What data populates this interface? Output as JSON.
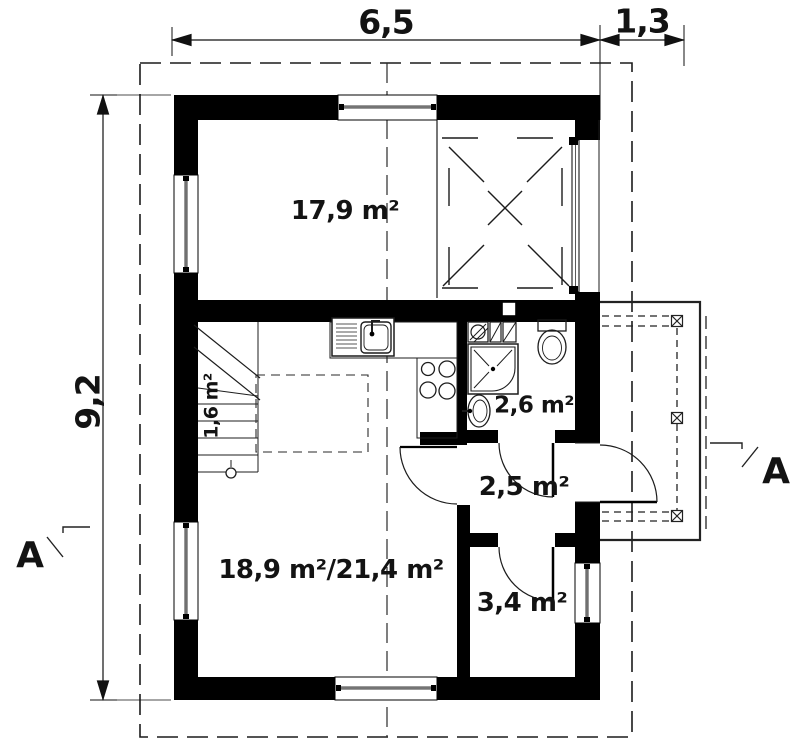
{
  "labels": {
    "dim_width_main": "6,5",
    "dim_width_porch": "1,3",
    "dim_height": "9,2",
    "section_marker": "A"
  },
  "rooms": {
    "upper_room": "17,9 m²",
    "staircase": "1,6 m²",
    "bathroom": "2,6 m²",
    "hall": "2,5 m²",
    "storage": "3,4 m²",
    "living_room": "18,9 m²/21,4 m²"
  },
  "colors": {
    "wall": "#000000",
    "background": "#ffffff",
    "line": "#1c1c1c"
  }
}
